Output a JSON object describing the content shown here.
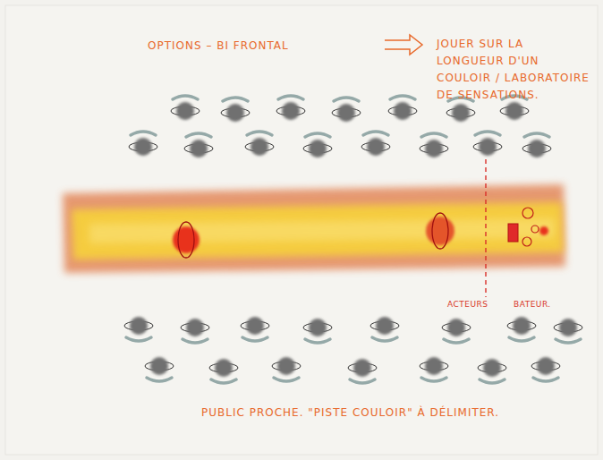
{
  "diagram": {
    "title": "OPTIONS – BI FRONTAL",
    "labels": [
      "JOUER SUR LA LONGUEUR D'UN COULOIR / LABORATOIRE DE SENSATIONS.",
      "ACTEURS",
      "BATEUR.",
      "PUBLIC PROCHE. \"PISTE COULOIR\" À DÉLIMITER."
    ]
  }
}
